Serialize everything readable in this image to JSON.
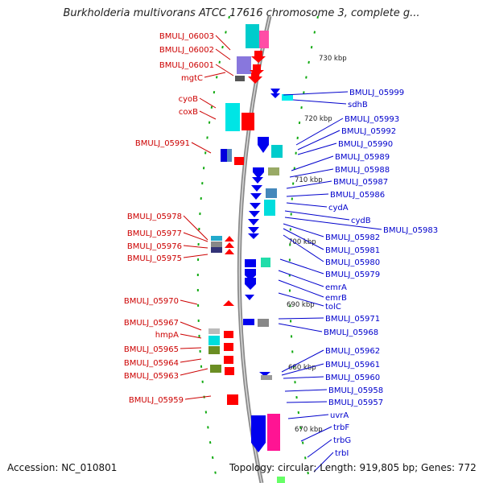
{
  "title": "Burkholderia multivorans ATCC 17616 chromosome 3, complete g...",
  "footer": {
    "accession": "Accession: NC_010801",
    "stats": "Topology: circular; Length: 919,805 bp; Genes: 772"
  },
  "colors": {
    "left_labels": "#cc0000",
    "right_labels": "#0000cc",
    "forward_strand": "#ff0000",
    "reverse_strand": "#0000ee",
    "backbone": "#888888",
    "tick": "#008800"
  },
  "scale_ticks": [
    "730 kbp",
    "720 kbp",
    "710 kbp",
    "700 kbp",
    "690 kbp",
    "680 kbp",
    "670 kbp"
  ],
  "left_labels": [
    "BMULJ_06003",
    "BMULJ_06002",
    "BMULJ_06001",
    "mgtC",
    "cyoB",
    "coxB",
    "BMULJ_05991",
    "BMULJ_05978",
    "BMULJ_05977",
    "BMULJ_05976",
    "BMULJ_05975",
    "BMULJ_05970",
    "BMULJ_05967",
    "hmpA",
    "BMULJ_05965",
    "BMULJ_05964",
    "BMULJ_05963",
    "BMULJ_05959"
  ],
  "right_labels": [
    "BMULJ_05999",
    "sdhB",
    "BMULJ_05993",
    "BMULJ_05992",
    "BMULJ_05990",
    "BMULJ_05989",
    "BMULJ_05988",
    "BMULJ_05987",
    "BMULJ_05986",
    "cydA",
    "cydB",
    "BMULJ_05983",
    "BMULJ_05982",
    "BMULJ_05981",
    "BMULJ_05980",
    "BMULJ_05979",
    "emrA",
    "emrB",
    "tolC",
    "BMULJ_05971",
    "BMULJ_05968",
    "BMULJ_05962",
    "BMULJ_05961",
    "BMULJ_05960",
    "BMULJ_05958",
    "BMULJ_05957",
    "uvrA",
    "trbF",
    "trbG",
    "trbI"
  ]
}
